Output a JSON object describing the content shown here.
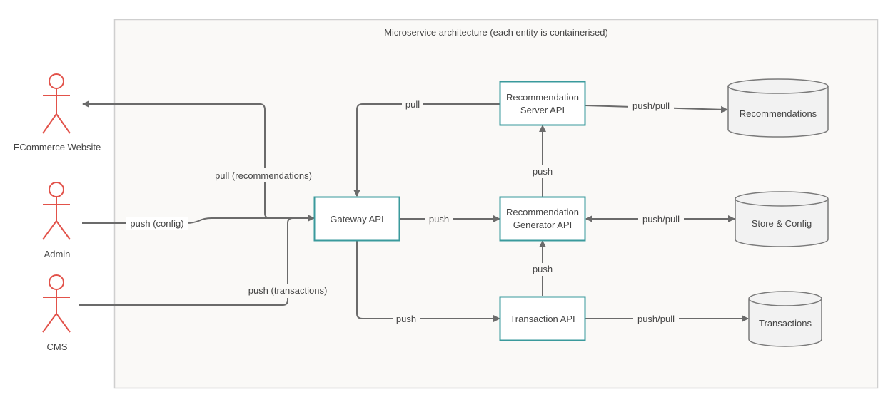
{
  "title": "Microservice architecture (each entity is containerised)",
  "colors": {
    "actor": "#e2524a",
    "service_border": "#3a9a9c",
    "arrow": "#6b6b6b",
    "region_fill": "#faf9f7",
    "region_border": "#cfcfcf",
    "db_border": "#7a7a7a"
  },
  "actors": {
    "ecommerce": "ECommerce Website",
    "admin": "Admin",
    "cms": "CMS"
  },
  "services": {
    "gateway": "Gateway API",
    "rec_server_line1": "Recommendation",
    "rec_server_line2": "Server API",
    "rec_generator_line1": "Recommendation",
    "rec_generator_line2": "Generator API",
    "transaction": "Transaction API"
  },
  "databases": {
    "recommendations": "Recommendations",
    "store_config": "Store & Config",
    "transactions": "Transactions"
  },
  "edge_labels": {
    "pull_recommendations": "pull (recommendations)",
    "push_config": "push (config)",
    "push_transactions": "push (transactions)",
    "gateway_to_generator": "push",
    "rec_server_to_gateway": "pull",
    "gateway_to_transaction": "push",
    "generator_to_server": "push",
    "transaction_to_generator": "push",
    "server_db": "push/pull",
    "generator_db": "push/pull",
    "transaction_db": "push/pull"
  }
}
